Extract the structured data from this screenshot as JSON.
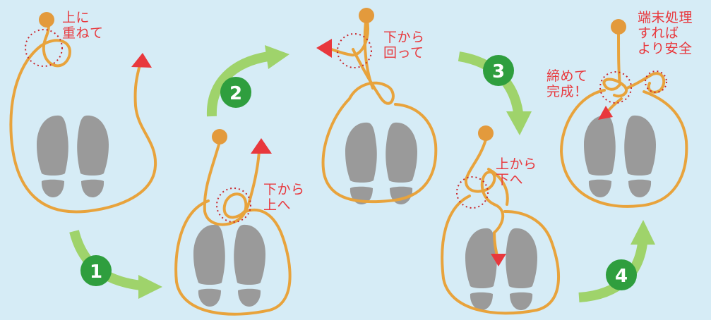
{
  "colors": {
    "background": "#d6ecf6",
    "rope": "#e8a33c",
    "rope_end": "#e39a3c",
    "arrow_red": "#e8383d",
    "arrow_green": "#9fd36b",
    "badge": "#2f9e3e",
    "footprint": "#9a9a9a",
    "label": "#e8383d"
  },
  "steps": [
    {
      "number": "1",
      "label": "上に\n重ねて"
    },
    {
      "number": "2",
      "label": "下から\n上へ"
    },
    {
      "number": "3",
      "label": "下から\n回って"
    },
    {
      "number": "4",
      "label": "上から\n下へ"
    }
  ],
  "final": {
    "label_left": "締めて\n完成！",
    "label_right": "端末処理\nすれば\nより安全"
  },
  "icons": [
    "footprints-icon",
    "rope-end-icon",
    "arrow-icon",
    "step-badge-icon"
  ]
}
